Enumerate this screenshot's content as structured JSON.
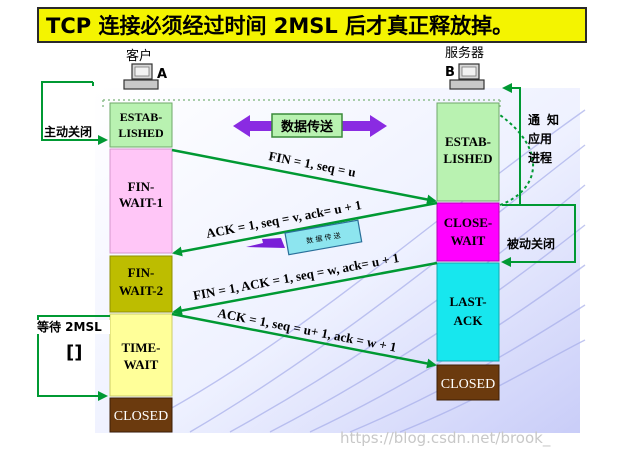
{
  "title": "TCP 连接必须经过时间 2MSL 后才真正释放掉。",
  "client": {
    "label": "客户",
    "letter": "A"
  },
  "server": {
    "label": "服务器",
    "letter": "B"
  },
  "side_labels": {
    "active_close": "主动关闭",
    "notify_app": [
      "通",
      "知",
      "应用",
      "进程"
    ],
    "passive_close": "被动关闭",
    "wait_2msl": "等待 2MSL",
    "bracket": "[]"
  },
  "client_states": {
    "established": [
      "ESTAB-",
      "LISHED"
    ],
    "fin_wait_1": [
      "FIN-",
      "WAIT-1"
    ],
    "fin_wait_2": [
      "FIN-",
      "WAIT-2"
    ],
    "time_wait": [
      "TIME-",
      "WAIT"
    ],
    "closed": "CLOSED"
  },
  "server_states": {
    "established": [
      "ESTAB-",
      "LISHED"
    ],
    "close_wait": [
      "CLOSE-",
      "WAIT"
    ],
    "last_ack": [
      "LAST-",
      "ACK"
    ],
    "closed": "CLOSED"
  },
  "data_transfer_label": "数据传送",
  "data_packet_label": "数 据 传 送",
  "messages": {
    "fin1": "FIN = 1, seq = u",
    "ack1": "ACK = 1, seq = v, ack= u + 1",
    "fin2": "FIN = 1, ACK = 1, seq = w, ack= u + 1",
    "ack2": "ACK = 1, seq = u+ 1, ack = w + 1"
  },
  "watermark": "https://blog.csdn.net/brook_",
  "colors": {
    "title_bg": "#f4f400",
    "established": "#b9f2b1",
    "fin_wait_1": "#ffc6f7",
    "fin_wait_2": "#bdbd00",
    "time_wait": "#ffff99",
    "closed": "#6b3a0e",
    "close_wait": "#ff00ff",
    "last_ack": "#17e7ee",
    "arrow_green": "#009933",
    "arrow_purple": "#7a1fd8"
  }
}
